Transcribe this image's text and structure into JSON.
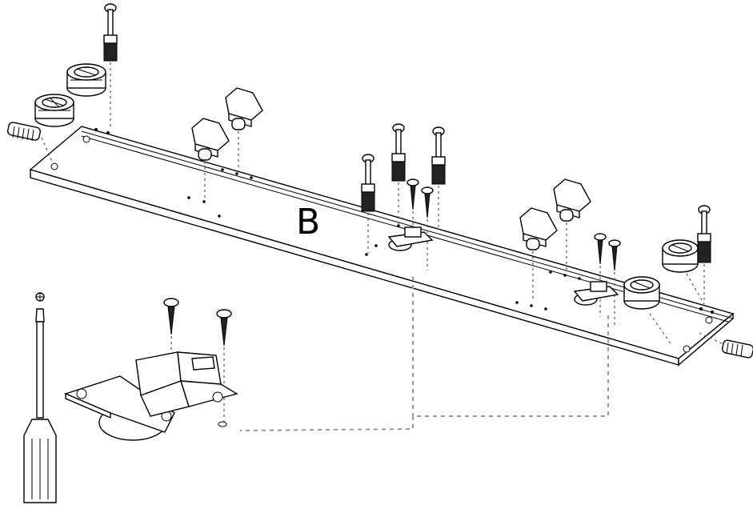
{
  "part_label": "B",
  "figure": {
    "panel": "shelf-board",
    "cam_lock_count": 4,
    "connector_bolt_count": 5,
    "shelf_support_count": 4,
    "hinge_count": 2,
    "wood_screw_count": 6,
    "dowel_count": 2,
    "tool": "phillips-screwdriver-icon"
  },
  "colors": {
    "line": "#000000",
    "guide_dash": "#999999",
    "background": "#ffffff"
  }
}
